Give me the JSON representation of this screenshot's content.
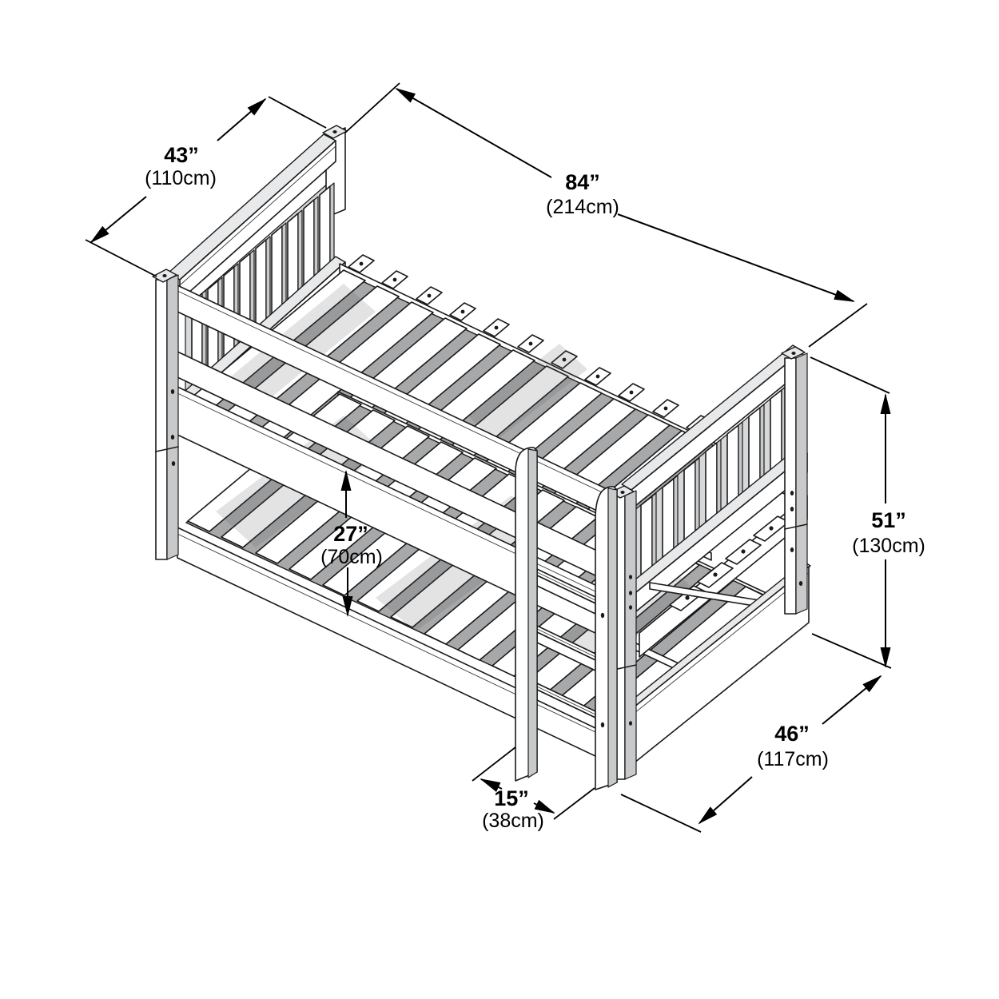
{
  "figure": {
    "title": "Bunk bed isometric dimension diagram",
    "type": "technical line drawing"
  },
  "dimensions": {
    "width_top": {
      "inches": "43”",
      "metric": "(110cm)"
    },
    "length": {
      "inches": "84”",
      "metric": "(214cm)"
    },
    "height": {
      "inches": "51”",
      "metric": "(130cm)"
    },
    "bunk_clearance": {
      "inches": "27”",
      "metric": "(70cm)"
    },
    "ladder_width": {
      "inches": "15”",
      "metric": "(38cm)"
    },
    "width_foot": {
      "inches": "46”",
      "metric": "(117cm)"
    }
  },
  "palette": {
    "ink": "#000000",
    "outline": "#1a1a1a",
    "wood_face": "#ffffff",
    "wood_side": "#c7c9cb",
    "slat_gap": "#a6a8aa",
    "background": "#ffffff"
  }
}
